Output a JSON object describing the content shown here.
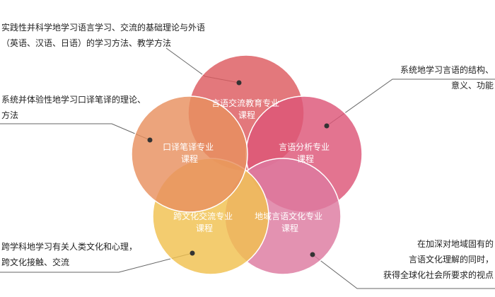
{
  "circles": [
    {
      "id": "communication-education",
      "lines": [
        "言语交流教育专业",
        "课程"
      ],
      "color": "#dd5a5f"
    },
    {
      "id": "linguistic-analysis",
      "lines": [
        "言语分析专业",
        "课程"
      ],
      "color": "#dd5577"
    },
    {
      "id": "regional-culture",
      "lines": [
        "地域言语文化专业",
        "课程"
      ],
      "color": "#dd7aa0"
    },
    {
      "id": "intercultural-communication",
      "lines": [
        "跨文化交流专业",
        "课程"
      ],
      "color": "#f0c14f"
    },
    {
      "id": "interpretation-translation",
      "lines": [
        "口译笔译专业",
        "课程"
      ],
      "color": "#e8905f"
    }
  ],
  "annotations": {
    "top_left": {
      "lines": [
        "实践性并科学地学习语言学习、交流的基础理论与外语",
        "（英语、汉语、日语）的学习方法、教学方法"
      ]
    },
    "mid_left": {
      "lines": [
        "系统并体验性地学习口译笔译的理论、",
        "方法"
      ]
    },
    "bottom_left": {
      "lines": [
        "跨学科地学习有关人类文化和心理，",
        "跨文化接触、交流"
      ]
    },
    "top_right": {
      "lines": [
        "系统地学习言语的结构、",
        "意义、功能"
      ]
    },
    "bottom_right": {
      "lines": [
        "在加深对地域固有的",
        "言语文化理解的同时，",
        "获得全球化社会所要求的视点"
      ]
    }
  }
}
